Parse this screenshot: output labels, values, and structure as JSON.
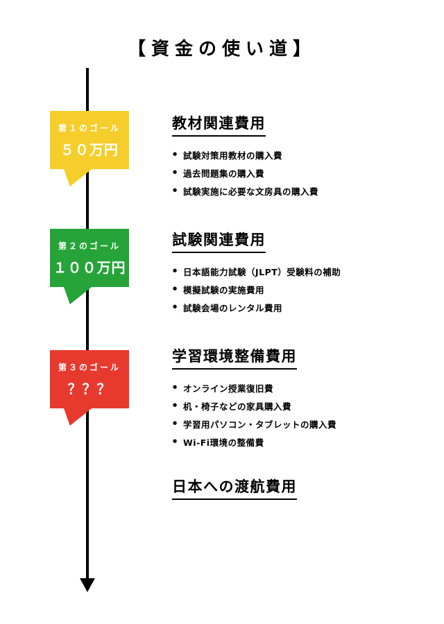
{
  "title": "【資金の使い道】",
  "colors": {
    "goal1": "#F6CE2C",
    "goal2": "#27A439",
    "goal3": "#E8392F",
    "timeline": "#000000"
  },
  "goals": [
    {
      "label": "第１のゴール",
      "amount": "５０万円",
      "color": "#F6CE2C"
    },
    {
      "label": "第２のゴール",
      "amount": "１００万円",
      "color": "#27A439"
    },
    {
      "label": "第３のゴール",
      "amount": "？？？",
      "color": "#E8392F"
    }
  ],
  "sections": [
    {
      "heading": "教材関連費用",
      "items": [
        "試験対策用教材の購入費",
        "過去問題集の購入費",
        "試験実施に必要な文房具の購入費"
      ]
    },
    {
      "heading": "試験関連費用",
      "items": [
        "日本語能力試験（JLPT）受験料の補助",
        "模擬試験の実施費用",
        "試験会場のレンタル費用"
      ]
    },
    {
      "heading": "学習環境整備費用",
      "items": [
        "オンライン授業復旧費",
        "机・椅子などの家具購入費",
        "学習用パソコン・タブレットの購入費",
        "Wi-Fi環境の整備費"
      ]
    },
    {
      "heading": "日本への渡航費用",
      "items": []
    }
  ]
}
